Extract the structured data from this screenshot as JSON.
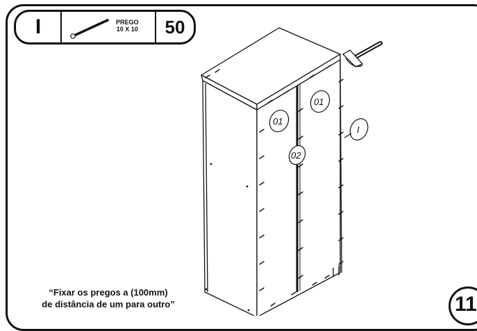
{
  "parts_box": {
    "part_letter": "I",
    "part_name_line1": "PREGO",
    "part_name_line2": "10 X 10",
    "quantity": "50"
  },
  "callouts": {
    "door_right_top": "01",
    "door_left_top": "01",
    "door_joint": "02",
    "nail_part": "I"
  },
  "caption": {
    "line1": "“Fixar os pregos a (100mm)",
    "line2": "de distância de um para outro”"
  },
  "page_number": "11",
  "icons": [
    "nail-icon",
    "hammer-icon"
  ],
  "colors": {
    "line": "#111111",
    "background": "#ffffff"
  }
}
